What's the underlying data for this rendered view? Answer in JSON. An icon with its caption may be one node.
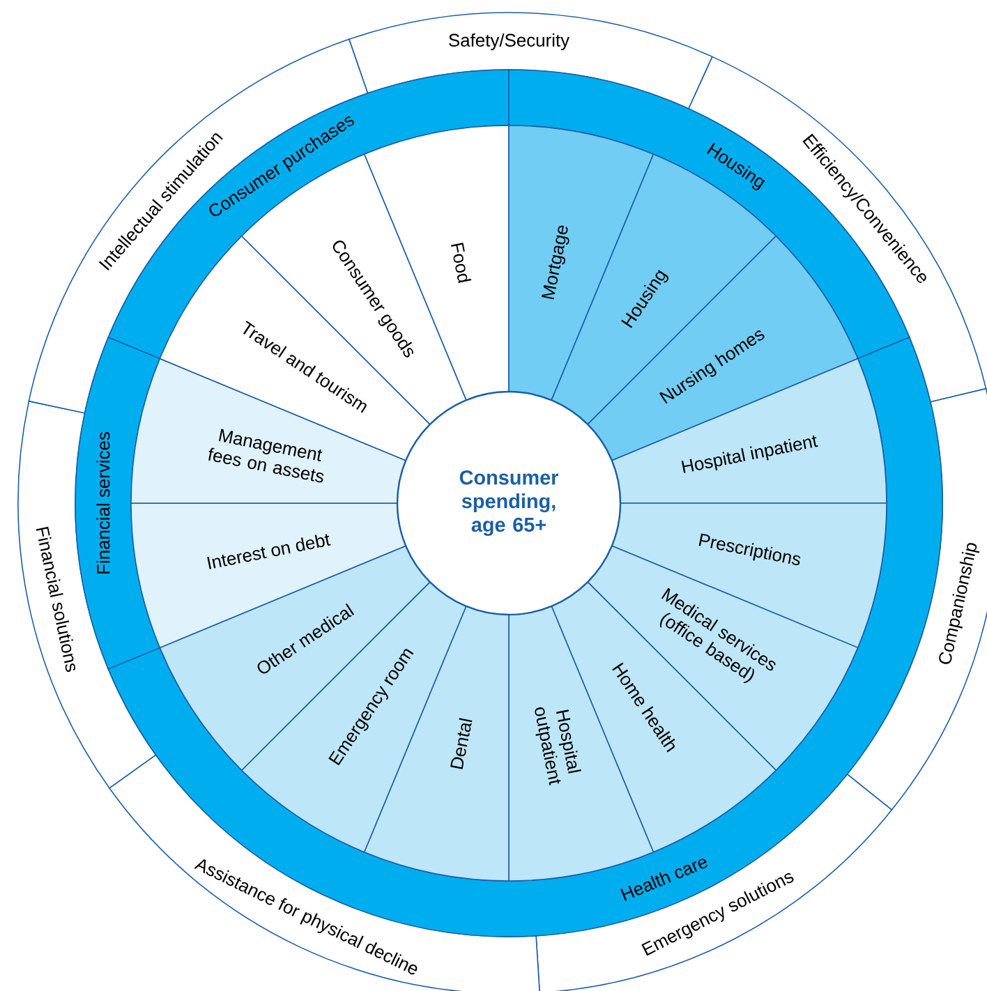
{
  "diagram": {
    "nodes": [
      {
        "text": [
          "Consumer spending, age 65+"
        ]
      },
      {
        "text": [
          "Safety/Security"
        ]
      },
      {
        "text": [
          "Efficiency/Convenience"
        ]
      },
      {
        "text": [
          "Companionship"
        ]
      },
      {
        "text": [
          "Emergency solutions"
        ]
      },
      {
        "text": [
          "Assistance for physical decline"
        ]
      },
      {
        "text": [
          "Financial solutions"
        ]
      },
      {
        "text": [
          "Intellectual stimulation"
        ]
      },
      {
        "text": [
          "Consumer purchases"
        ]
      },
      {
        "text": [
          "Housing"
        ]
      },
      {
        "text": [
          "Health care"
        ]
      },
      {
        "text": [
          "Financial services"
        ]
      },
      {
        "text": [
          "Food"
        ]
      },
      {
        "text": [
          "Mortgage"
        ]
      },
      {
        "text": [
          "Housing"
        ]
      },
      {
        "text": [
          "Nursing homes"
        ]
      },
      {
        "text": [
          "Hospital inpatient"
        ]
      },
      {
        "text": [
          "Prescriptions"
        ]
      },
      {
        "text": [
          "Medical services (office based)"
        ]
      },
      {
        "text": [
          "Home health"
        ]
      },
      {
        "text": [
          "Hospital outpatient"
        ]
      },
      {
        "text": [
          "Dental"
        ]
      },
      {
        "text": [
          "Emergency room"
        ]
      },
      {
        "text": [
          "Other medical"
        ]
      },
      {
        "text": [
          "Interest on debt"
        ]
      },
      {
        "text": [
          "Management fees on assets"
        ]
      },
      {
        "text": [
          "Travel and tourism"
        ]
      },
      {
        "text": [
          "Consumer goods"
        ]
      }
    ]
  }
}
